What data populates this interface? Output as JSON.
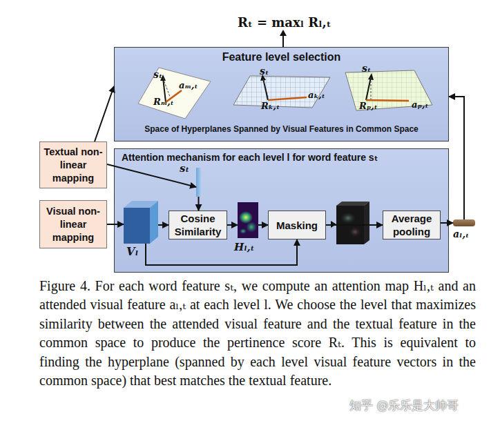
{
  "diagram": {
    "caption": "Figure 4. For each word feature sₜ, we compute an attention map Hₗ,ₜ and an attended visual feature aₗ,ₜ at each level l. We choose the level that maximizes similarity between the attended visual feature and the textual feature in the common space to produce the pertinence score Rₜ. This is equivalent to finding the hyperplane (spanned by each level visual feature vectors in the common space) that best matches the textual feature.",
    "nodes": [
      {
        "text": [
          "Feature level selection",
          "Space of Hyperplanes Spanned by Visual Features in Common Space"
        ]
      },
      {
        "text": [
          "Textual non-linear mapping"
        ]
      },
      {
        "text": [
          "Visual non-linear mapping"
        ]
      },
      {
        "text": [
          "Attention mechanism for each level l for word feature sₜ"
        ]
      },
      {
        "text": [
          "sₜ"
        ],
        "in": 3
      },
      {
        "text": [
          "Vₗ"
        ],
        "in": 3
      },
      {
        "text": [
          "Cosine Similarity"
        ],
        "in": 3
      },
      {
        "text": [
          "Hₗ,ₜ"
        ],
        "in": 3
      },
      {
        "text": [
          "Masking"
        ],
        "in": 3
      },
      {
        "text": [
          "Average pooling"
        ],
        "in": 3
      },
      {
        "text": [
          "aₗ,ₜ"
        ],
        "in": 3
      }
    ],
    "edges": [
      {
        "from": 1,
        "to": 0,
        "arrow": "to"
      },
      {
        "from": 1,
        "to": 4,
        "arrow": "to"
      },
      {
        "from": 2,
        "to": 5,
        "arrow": "to"
      },
      {
        "from": 4,
        "to": 6,
        "arrow": "to"
      },
      {
        "from": 5,
        "to": 6,
        "arrow": "to"
      },
      {
        "from": 6,
        "to": 7,
        "arrow": "to"
      },
      {
        "from": 7,
        "to": 8,
        "arrow": "to"
      },
      {
        "from": 5,
        "to": 8,
        "arrow": "to"
      },
      {
        "from": 8,
        "to": 9,
        "arrow": "to"
      },
      {
        "from": 9,
        "to": 10,
        "arrow": "to"
      },
      {
        "from": 10,
        "to": 0,
        "arrow": "to"
      }
    ],
    "labels": [
      "Rₜ = maxₗ Rₗ,ₜ",
      "sₜ",
      "aₘ,ₜ",
      "Rₘ,ₜ",
      "sₜ",
      "aₖ,ₜ",
      "Rₖ,ₜ",
      "sₜ",
      "aₚ,ₜ",
      "Rₚ,ₜ",
      "知乎 @乐乐是大帅哥"
    ]
  }
}
